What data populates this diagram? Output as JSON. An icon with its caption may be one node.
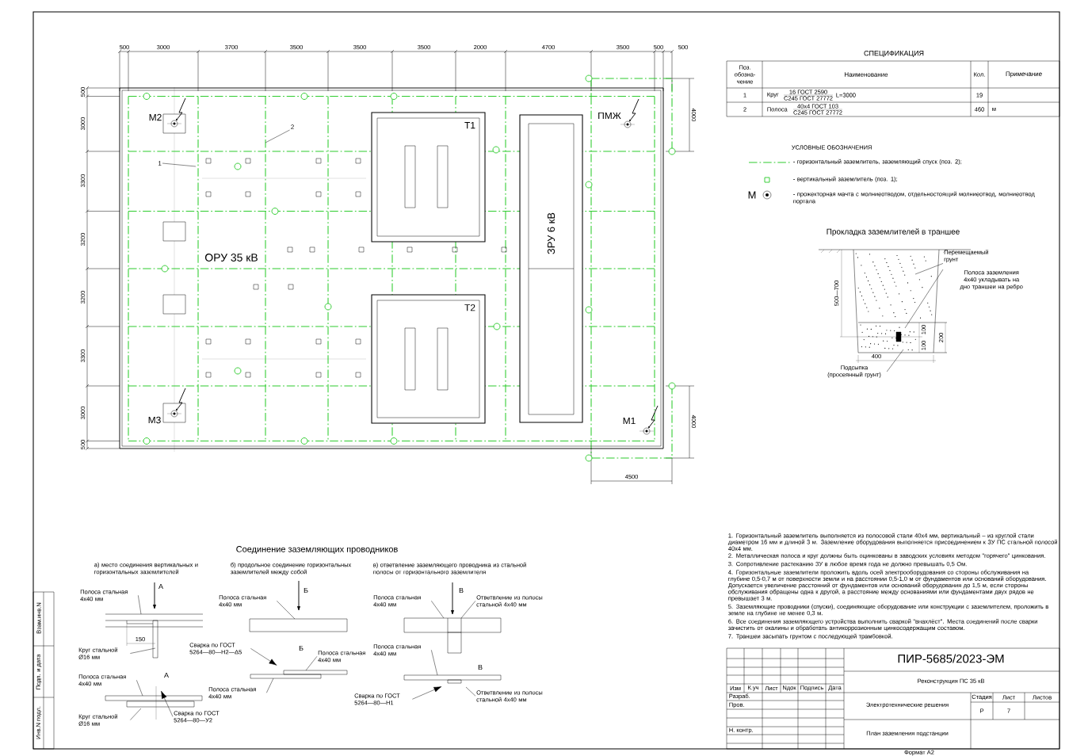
{
  "diagram": {
    "title": "Соединение заземляющих проводников",
    "nodes": [
      {
        "text": [
          "Т1"
        ]
      },
      {
        "text": [
          "Т2"
        ]
      },
      {
        "text": [
          "ЗРУ 6 кВ"
        ]
      },
      {
        "text": [
          "1"
        ]
      },
      {
        "text": [
          "2"
        ]
      },
      {
        "text": [
          "Перемещаемый грунт"
        ]
      },
      {
        "text": [
          "Полоса заземления 4х40 укладывать на дно траншеи на ребро"
        ]
      },
      {
        "text": [
          "Подсыпка (просеянный грунт)"
        ]
      },
      {
        "text": [
          "Полоса стальная 4х40 мм"
        ]
      },
      {
        "text": [
          "Круг стальной Ø16 мм"
        ]
      },
      {
        "text": [
          "Полоса стальная 4х40 мм"
        ]
      },
      {
        "text": [
          "Круг стальной Ø16 мм"
        ]
      },
      {
        "text": [
          "Сварка по ГОСТ 5264—80—У2"
        ]
      },
      {
        "text": [
          "Полоса стальная 4х40 мм"
        ]
      },
      {
        "text": [
          "Сварка по ГОСТ 5264—80—Н2—Δ5"
        ]
      },
      {
        "text": [
          "Полоса стальная 4х40 мм"
        ]
      },
      {
        "text": [
          "Полоса стальная 4х40 мм"
        ]
      },
      {
        "text": [
          "Полоса стальная 4х40 мм"
        ]
      },
      {
        "text": [
          "Ответвление из полосы стальной 4х40 мм"
        ]
      },
      {
        "text": [
          "Полоса стальная 4х40 мм"
        ]
      },
      {
        "text": [
          "Сварка по ГОСТ 5264—80—Н1"
        ]
      },
      {
        "text": [
          "Ответвление из полосы стальной 4х40 мм"
        ]
      }
    ],
    "edges": [
      {
        "from": 3,
        "to": null,
        "arrow": "none"
      },
      {
        "from": 4,
        "to": null,
        "arrow": "none"
      },
      {
        "from": 5,
        "to": null,
        "arrow": "none"
      },
      {
        "from": 6,
        "to": null,
        "arrow": "none"
      },
      {
        "from": 7,
        "to": null,
        "arrow": "none"
      },
      {
        "from": 8,
        "to": null,
        "arrow": "none"
      },
      {
        "from": 9,
        "to": null,
        "arrow": "none"
      },
      {
        "from": 10,
        "to": null,
        "arrow": "none"
      },
      {
        "from": 11,
        "to": null,
        "arrow": "none"
      },
      {
        "from": 12,
        "to": null,
        "arrow": "to"
      },
      {
        "from": 13,
        "to": null,
        "arrow": "none"
      },
      {
        "from": 14,
        "to": null,
        "arrow": "to"
      },
      {
        "from": 15,
        "to": null,
        "arrow": "none"
      },
      {
        "from": 16,
        "to": null,
        "arrow": "none"
      },
      {
        "from": 17,
        "to": null,
        "arrow": "none"
      },
      {
        "from": 18,
        "to": null,
        "arrow": "none"
      },
      {
        "from": 19,
        "to": null,
        "arrow": "none"
      },
      {
        "from": 20,
        "to": null,
        "arrow": "to"
      },
      {
        "from": 21,
        "to": null,
        "arrow": "none"
      }
    ],
    "labels": [
      "500",
      "3000",
      "3700",
      "3500",
      "3500",
      "3500",
      "2000",
      "4700",
      "3500",
      "500",
      "500",
      "500",
      "3000",
      "3300",
      "3200",
      "3200",
      "3300",
      "3000",
      "500",
      "4000",
      "4000",
      "4500",
      "М2",
      "ПМЖ",
      "ОРУ 35 кВ",
      "М3",
      "М1",
      "СПЕЦИФИКАЦИЯ",
      "Поз. обозна- чение",
      "Наименование",
      "Кол.",
      "Примечание",
      "1",
      "Круг",
      "16 ГОСТ 2590",
      "С245 ГОСТ 27772",
      "L=3000",
      "19",
      "2",
      "Полоса",
      "40х4 ГОСТ 103",
      "С245 ГОСТ 27772",
      "460",
      "м",
      "УСЛОВНЫЕ ОБОЗНАЧЕНИЯ",
      "М",
      "Прокладка заземлителей в траншее",
      "500—700",
      "100",
      "100",
      "200",
      "400",
      "а) место соединения вертикальных и горизонтальных заземлителей",
      "б) продольное соединение горизонтальных заземлителей между собой",
      "в) ответвление заземляющего проводника из стальной полосы от горизонтального заземлителя",
      "А",
      "150",
      "А",
      "Б",
      "Б",
      "В",
      "В",
      "1. Горизонтальный заземлитель выполняется из полосовой стали 40х4 мм, вертикальный – из круглой стали диаметром 16 мм и длиной 3 м. Заземление оборудования выполняется присоединением к ЗУ ПС стальной полосой 40х4 мм.",
      "2. Металлическая полоса и круг должны быть оцинкованы в заводских условиях методом \"горячего\" цинкования.",
      "3. Сопротивление растеканию ЗУ в любое время года не должно превышать 0,5 Ом.",
      "4. Горизонтальные заземлители проложить вдоль осей электрооборудования со стороны обслуживания на глубине 0,5-0,7 м от поверхности земли и на расстоянии 0,5-1,0 м от фундаментов или оснований оборудования. Допускается увеличение расстояний от фундаментов или оснований оборудования до 1,5 м, если стороны обслуживания обращены одна к другой, а расстояние между основаниями или фундаментами двух рядов не превышает 3 м.",
      "5. Заземляющие проводники (спуски), соединяющие оборудование или конструкции с заземлителем, проложить в земле на глубине не менее 0,3 м.",
      "6. Все соединения заземляющего устройства выполнить сваркой \"внахлёст\". Места соединений после сварки зачистить от окалины и обработать антикоррозионным цинкосодержащим составом.",
      "7. Траншеи засыпать грунтом с последующей трамбовкой.",
      "Взам.инв.N",
      "Подп. и дата",
      "Инв.N подл.",
      "ПИР-5685/2023-ЭМ",
      "Реконструкция ПС 35 кВ",
      "Изм",
      "К.уч",
      "Лист",
      "Nдок",
      "Подпись",
      "Дата",
      "Разраб.",
      "Пров.",
      "Н. контр.",
      "Электротехнические решения",
      "Стадия",
      "Лист",
      "Листов",
      "Р",
      "7",
      "План заземления подстанции",
      "Формат А2"
    ],
    "legend": [
      {
        "text": "- горизонтальный заземлитель, заземляющий спуск (поз. 2);"
      },
      {
        "text": "- вертикальный заземлитель (поз. 1);"
      },
      {
        "text": "- прожекторная мачта с молниеотводом, отдельностоящий молниеотвод, молниеотвод портала"
      }
    ]
  }
}
